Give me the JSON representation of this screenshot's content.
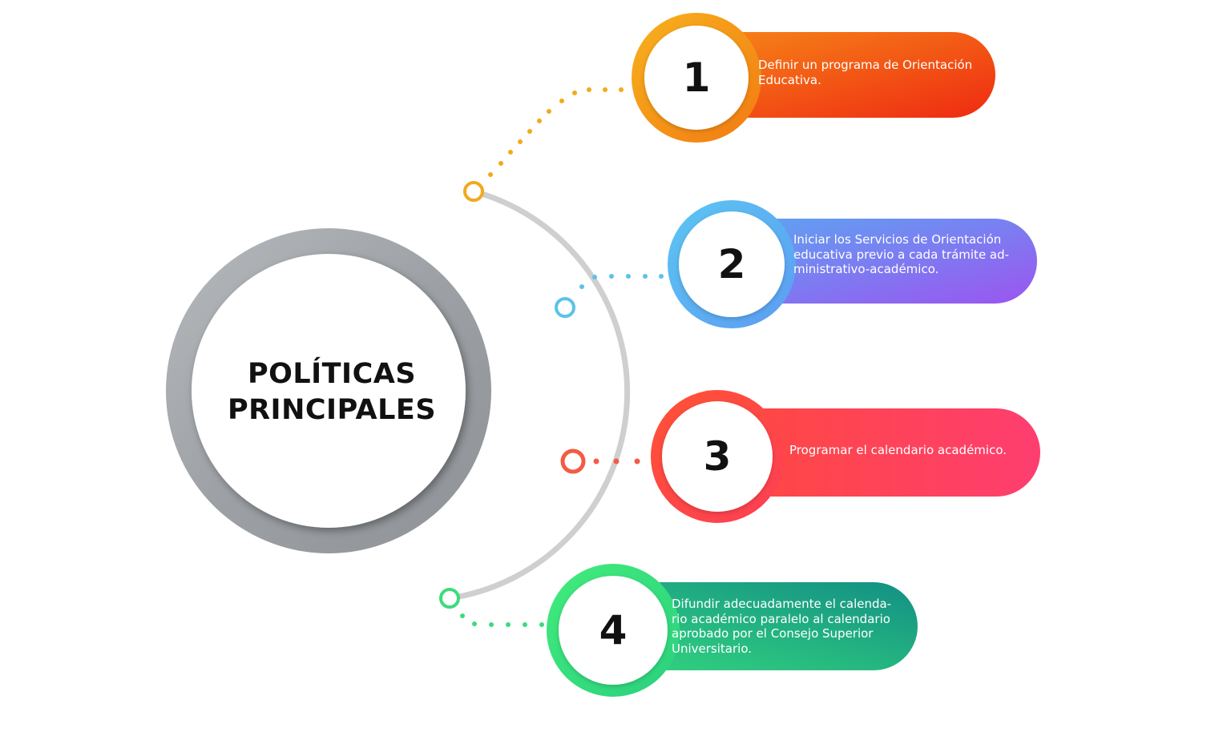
{
  "center": {
    "title_line1": "POLÍTICAS",
    "title_line2": "PRINCIPALES"
  },
  "steps": [
    {
      "number": "1",
      "text": "Definir un programa de Orientación\nEducativa.",
      "colors": {
        "light": "#f6b01e",
        "dark": "#ef2f12",
        "dot": "#f2a91c"
      }
    },
    {
      "number": "2",
      "text": "Iniciar los Servicios de Orientación\neducativa previo a cada trámite ad-\nministrativo-académico.",
      "colors": {
        "light": "#5ab4f2",
        "dark": "#9b57f0",
        "dot": "#5bc3e8"
      }
    },
    {
      "number": "3",
      "text": "Programar el calendario académico.",
      "colors": {
        "light": "#fe4a3a",
        "dark": "#fe3e6e",
        "dot": "#f45a44"
      }
    },
    {
      "number": "4",
      "text": "Difundir adecuadamente el calenda-\nrio académico paralelo al calendario\naprobado por el Consejo Superior\nUniversitario.",
      "colors": {
        "light": "#3ce87a",
        "dark": "#149883",
        "dot": "#3cdb7c"
      }
    }
  ],
  "arc_color": "#cfcfcf",
  "ring_color": "#9ea2a6"
}
